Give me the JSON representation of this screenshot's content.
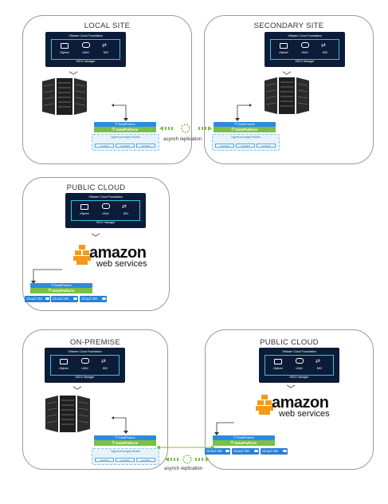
{
  "vcf": {
    "title": "VMware Cloud Foundation",
    "vsphere": "vSphere",
    "vsan": "vSAN",
    "nsx": "NSX",
    "manager": "SDDC Manager"
  },
  "dataprotect": "DataProtect",
  "dataplatform": "DataPlatform",
  "hyperconverged": "Hyperconverged Nodes",
  "node_label": "CHASSIS",
  "cloud_vm": "Cloud VM",
  "aws": {
    "word": "amazon",
    "sub": "web services"
  },
  "replication": "asynch replication",
  "sites": {
    "local": "LOCAL SITE",
    "secondary": "SECONDARY SITE",
    "public1": "PUBLIC CLOUD",
    "onprem": "ON-PREMISE",
    "public2": "PUBLIC CLOUD"
  },
  "colors": {
    "accent_blue": "#2c8be0",
    "accent_green": "#7ac043",
    "vcf_bg": "#0c1c38",
    "aws_orange": "#f39a1c"
  }
}
